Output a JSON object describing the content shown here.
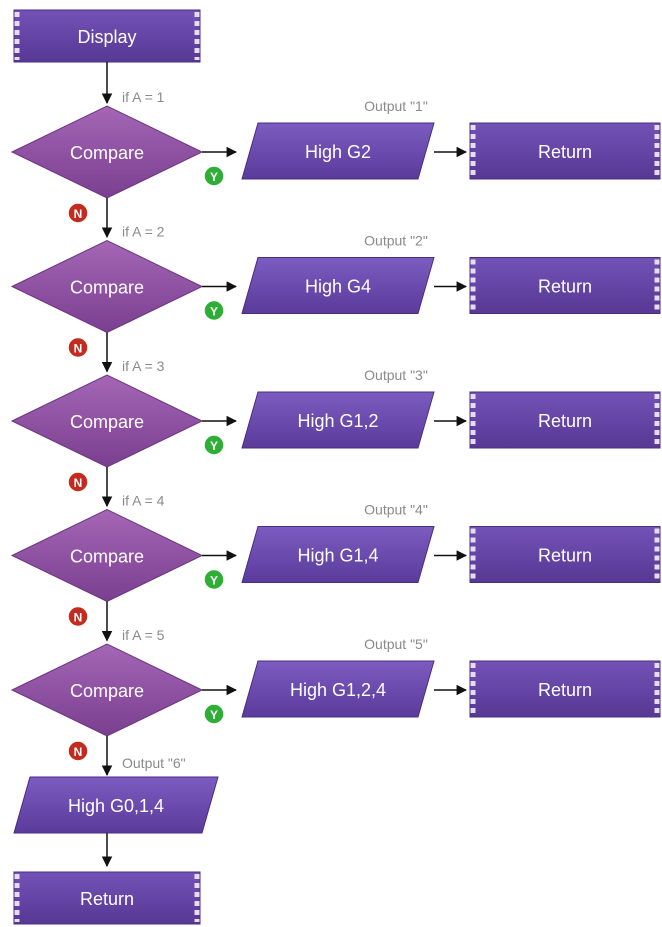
{
  "start": {
    "label": "Display"
  },
  "stages": [
    {
      "condition": "if A = 1",
      "decision": "Compare",
      "yes": "Y",
      "no": "N",
      "output_note": "Output \"1\"",
      "action": "High G2",
      "end": "Return"
    },
    {
      "condition": "if A = 2",
      "decision": "Compare",
      "yes": "Y",
      "no": "N",
      "output_note": "Output \"2\"",
      "action": "High G4",
      "end": "Return"
    },
    {
      "condition": "if A = 3",
      "decision": "Compare",
      "yes": "Y",
      "no": "N",
      "output_note": "Output \"3\"",
      "action": "High G1,2",
      "end": "Return"
    },
    {
      "condition": "if A = 4",
      "decision": "Compare",
      "yes": "Y",
      "no": "N",
      "output_note": "Output \"4\"",
      "action": "High G1,4",
      "end": "Return"
    },
    {
      "condition": "if A = 5",
      "decision": "Compare",
      "yes": "Y",
      "no": "N",
      "output_note": "Output \"5\"",
      "action": "High G1,2,4",
      "end": "Return"
    }
  ],
  "fallback": {
    "output_note": "Output \"6\"",
    "action": "High G0,1,4",
    "end": "Return"
  },
  "colors": {
    "shape_fill": "#6a45a8",
    "decision_fill": "#8d4c9e",
    "terminal_fill": "#62409f",
    "yes_badge": "#2fae35",
    "no_badge": "#c42a1e",
    "line": "#111111",
    "label_gray": "#8a8a8a"
  }
}
